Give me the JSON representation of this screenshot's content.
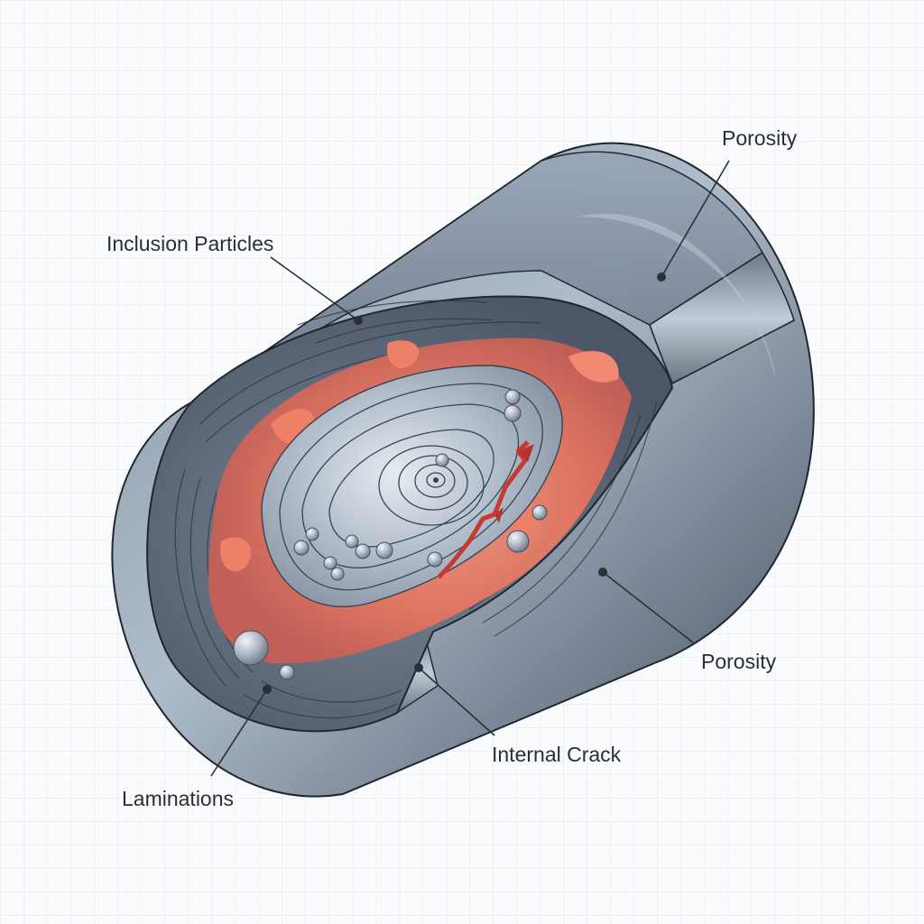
{
  "labels": {
    "porosity_top": "Porosity",
    "inclusion_particles": "Inclusion Particles",
    "porosity_right": "Porosity",
    "internal_crack": "Internal Crack",
    "laminations": "Laminations"
  },
  "colors": {
    "steel_dark": "#5d6878",
    "steel_light": "#b9c6d4",
    "hot_zone": "#ef7a63",
    "outline": "#1f2630",
    "background": "#fafbfc"
  }
}
